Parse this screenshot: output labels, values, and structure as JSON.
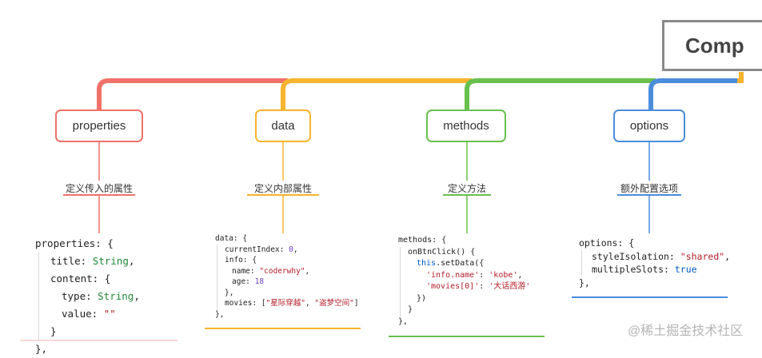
{
  "root": {
    "label": "Comp"
  },
  "branch_colors": [
    "#f07169",
    "#f7b42e",
    "#69c04d",
    "#4b8ddc"
  ],
  "nodes": [
    {
      "label": "properties",
      "desc": "定义传入的属性",
      "color": "#f07169"
    },
    {
      "label": "data",
      "desc": "定义内部属性",
      "color": "#f7b42e"
    },
    {
      "label": "methods",
      "desc": "定义方法",
      "color": "#69c04d"
    },
    {
      "label": "options",
      "desc": "额外配置选项",
      "color": "#4b8ddc"
    }
  ],
  "code_properties": {
    "l1": "properties: {",
    "l2k": "title: ",
    "l2v": "String",
    "l2e": ",",
    "l3": "content: {",
    "l4k": "type: ",
    "l4v": "String",
    "l4e": ",",
    "l5k": "value: ",
    "l5v": "\"\"",
    "l6": "}",
    "l7": "},"
  },
  "code_data": {
    "l1": "data: {",
    "l2k": "currentIndex: ",
    "l2v": "0",
    "l2e": ",",
    "l3": "info: {",
    "l4k": "name: ",
    "l4v": "\"coderwhy\"",
    "l4e": ",",
    "l5k": "age: ",
    "l5v": "18",
    "l6": "},",
    "l7k": "movies: [",
    "l7a": "\"星际穿越\"",
    "l7s": ", ",
    "l7b": "\"盗梦空间\"",
    "l7e": "]",
    "l8": "},"
  },
  "code_methods": {
    "l1": "methods: {",
    "l2": "onBtnClick() {",
    "l3k": "this",
    "l3e": ".setData({",
    "l4a": "'info.name'",
    "l4s": ": ",
    "l4b": "'kobe'",
    "l4e": ",",
    "l5a": "'movies[0]'",
    "l5s": ": ",
    "l5b": "'大话西游'",
    "l6": "})",
    "l7": "}",
    "l8": "},"
  },
  "code_options": {
    "l1": "options: {",
    "l2k": "styleIsolation: ",
    "l2v": "\"shared\"",
    "l2e": ",",
    "l3k": "multipleSlots: ",
    "l3v": "true",
    "l4": "},"
  },
  "watermark": "@稀土掘金技术社区"
}
